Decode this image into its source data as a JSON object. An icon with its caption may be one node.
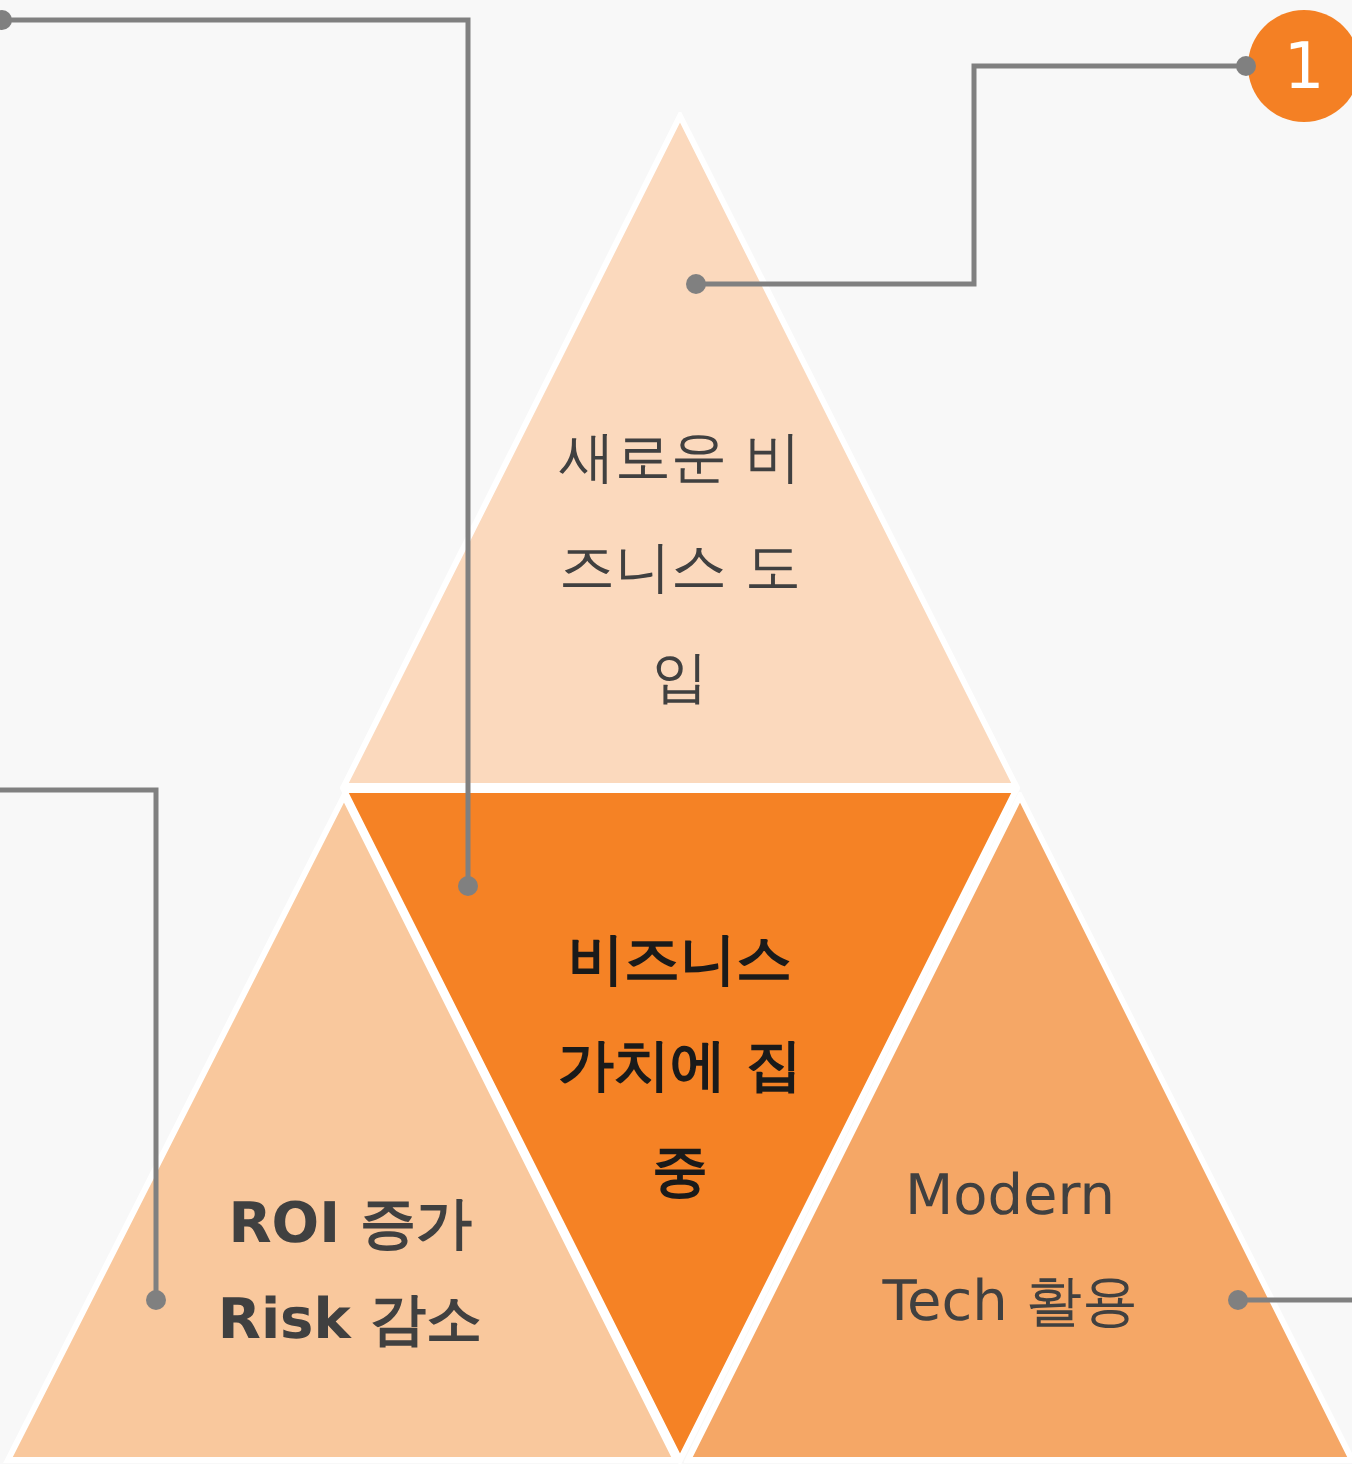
{
  "diagram": {
    "nodes": [
      {
        "text": [
          "새로운 비즈니스 도입"
        ]
      },
      {
        "text": [
          "비즈니스 가치에 집중"
        ]
      },
      {
        "text": [
          "ROI 증가 Risk 감소"
        ]
      },
      {
        "text": [
          "Modern Tech 활용"
        ]
      },
      {
        "text": [
          "1"
        ]
      }
    ],
    "edges": [
      {
        "from": 4,
        "to": 0,
        "arrow": "other"
      },
      {
        "from": null,
        "to": 1,
        "arrow": "other"
      },
      {
        "from": null,
        "to": 2,
        "arrow": "other"
      },
      {
        "from": 3,
        "to": null,
        "arrow": "other"
      }
    ]
  }
}
